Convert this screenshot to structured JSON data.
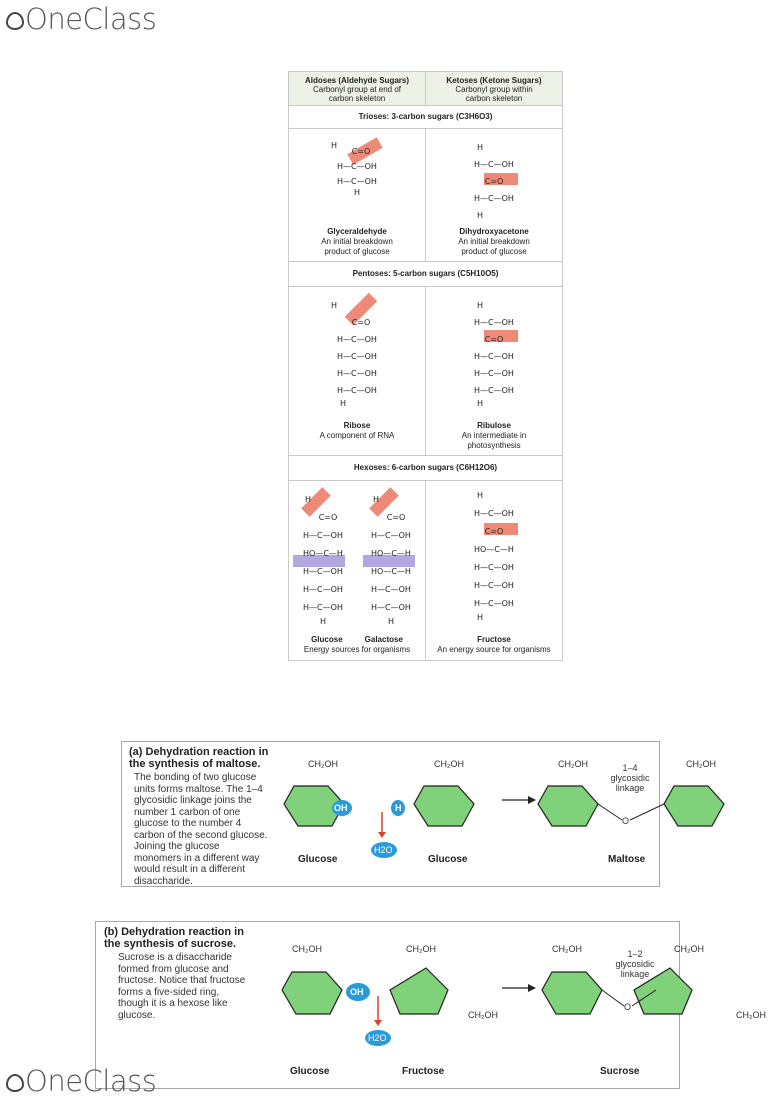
{
  "brand": {
    "top": "OneClass",
    "bottom": "OneClass"
  },
  "table": {
    "aldoses_title": "Aldoses (Aldehyde Sugars)",
    "aldoses_desc": "Carbonyl group at end of carbon skeleton",
    "ketoses_title": "Ketoses (Ketone Sugars)",
    "ketoses_desc": "Carbonyl group within carbon skeleton",
    "trioses": "Trioses: 3-carbon sugars (C3H6O3)",
    "pentoses": "Pentoses: 5-carbon sugars (C5H10O5)",
    "hexoses": "Hexoses: 6-carbon sugars (C6H12O6)",
    "glyceraldehyde": {
      "name": "Glyceraldehyde",
      "desc": "An initial breakdown product of glucose"
    },
    "dihydroxyacetone": {
      "name": "Dihydroxyacetone",
      "desc": "An initial breakdown product of glucose"
    },
    "ribose": {
      "name": "Ribose",
      "desc": "A component of RNA"
    },
    "ribulose": {
      "name": "Ribulose",
      "desc": "An intermediate in photosynthesis"
    },
    "glucose": {
      "name": "Glucose"
    },
    "galactose": {
      "name": "Galactose"
    },
    "hexose_aldose_desc": "Energy sources for organisms",
    "fructose": {
      "name": "Fructose",
      "desc": "An energy source for organisms"
    }
  },
  "panel_a": {
    "title": "(a) Dehydration reaction in the synthesis of maltose.",
    "desc": "The bonding of two glucose units forms maltose. The 1–4 glycosidic linkage joins the number 1 carbon of one glucose to the number 4 carbon of the second glucose. Joining the glucose monomers in a different way would result in a different disaccharide.",
    "labels": [
      "Glucose",
      "Glucose",
      "Maltose"
    ],
    "linkage": "1–4 glycosidic linkage",
    "water": "H2O"
  },
  "panel_b": {
    "title": "(b) Dehydration reaction in the synthesis of sucrose.",
    "desc": "Sucrose is a disaccharide formed from glucose and fructose. Notice that fructose forms a five-sided ring, though it is a hexose like glucose.",
    "labels": [
      "Glucose",
      "Fructose",
      "Sucrose"
    ],
    "linkage": "1–2 glycosidic linkage",
    "water": "H2O"
  },
  "colors": {
    "carbonyl": "#f08a78",
    "highlight": "#b3a7e0",
    "ring": "#7fd17a",
    "water": "#2a9ad8",
    "arrow_red": "#d9432c"
  }
}
